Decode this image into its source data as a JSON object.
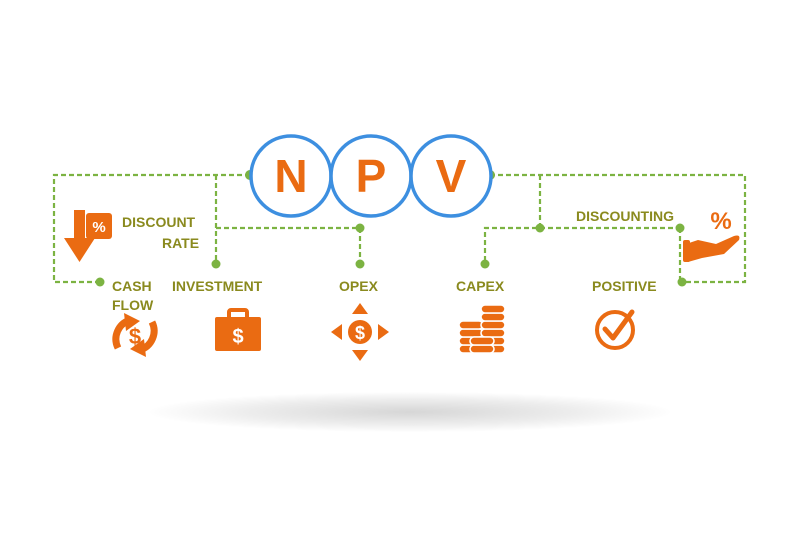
{
  "title_letters": [
    "N",
    "P",
    "V"
  ],
  "labels": {
    "discount_rate_1": "DISCOUNT",
    "discount_rate_2": "RATE",
    "cash_flow_1": "CASH",
    "cash_flow_2": "FLOW",
    "investment": "INVESTMENT",
    "opex": "OPEX",
    "capex": "CAPEX",
    "positive": "POSITIVE",
    "discounting": "DISCOUNTING"
  },
  "icons": {
    "discount_rate": "down-arrow-percent-icon",
    "cash_flow": "dollar-cycle-icon",
    "investment": "dollar-briefcase-icon",
    "opex": "dollar-four-arrows-icon",
    "capex": "coin-stacks-icon",
    "positive": "checkmark-circle-icon",
    "discounting": "hand-percent-icon"
  },
  "colors": {
    "orange": "#ea6b12",
    "olive_text": "#8a8a1e",
    "green_line": "#7cb342",
    "blue_ring": "#3d8fe0"
  }
}
